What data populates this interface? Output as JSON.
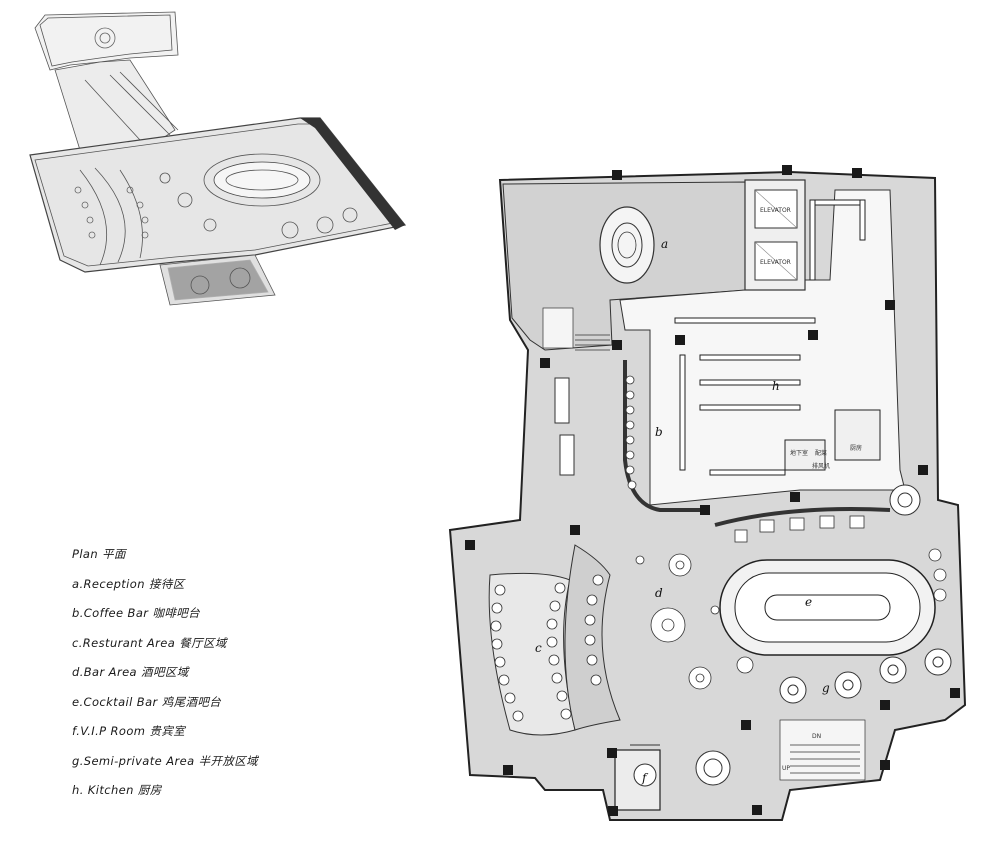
{
  "legend": {
    "title": "Plan 平面",
    "items": [
      "a.Reception 接待区",
      "b.Coffee Bar 咖啡吧台",
      "c.Resturant Area 餐厅区域",
      "d.Bar Area 酒吧区域",
      "e.Cocktail Bar 鸡尾酒吧台",
      "f.V.I.P Room 贵宾室",
      "g.Semi-private Area 半开放区域",
      "h. Kitchen 厨房"
    ]
  },
  "plan": {
    "zone_labels": [
      "a",
      "b",
      "c",
      "d",
      "e",
      "f",
      "g",
      "h"
    ],
    "small_labels": {
      "elevator_1": "ELEVATOR",
      "elevator_2": "ELEVATOR",
      "kitchen_cn": "厨房",
      "room_1": "地下室",
      "room_2": "配菜",
      "room_3": "排风机",
      "stair_dn": "DN",
      "stair_up": "UP"
    }
  },
  "colors": {
    "floor": "#d9d9d9",
    "wall": "#3a3a3a",
    "column": "#1a1a1a",
    "line": "#444444"
  }
}
